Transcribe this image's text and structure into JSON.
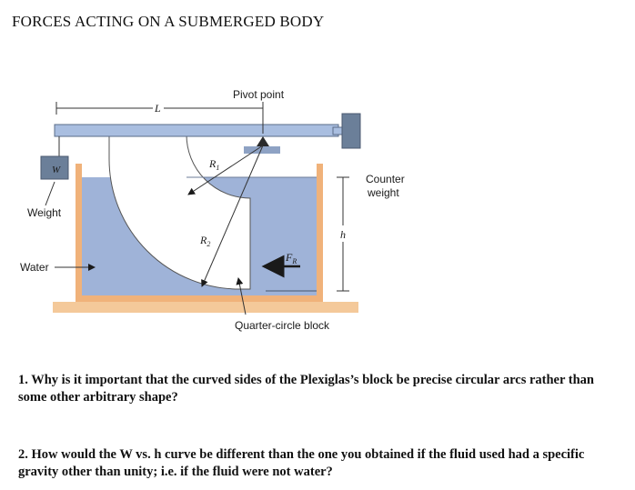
{
  "title": "FORCES ACTING ON A SUBMERGED BODY",
  "diagram": {
    "pivot_label": "Pivot point",
    "length_label": "L",
    "weight_box_label": "W",
    "weight_label": "Weight",
    "water_label": "Water",
    "counter_weight_line1": "Counter",
    "counter_weight_line2": "weight",
    "r1_label": "R",
    "r1_sub": "1",
    "r2_label": "R",
    "r2_sub": "2",
    "fr_label": "F",
    "fr_sub": "R",
    "h_label": "h",
    "block_label": "Quarter-circle block",
    "colors": {
      "water": "#9fb3d8",
      "beam": "#a9bee0",
      "tank_wall": "#f0b27a",
      "base": "#f4c99a",
      "counterweight": "#6b7f99",
      "weight_box": "#6b7f99"
    }
  },
  "questions": [
    "1. Why is it important that the curved sides of the Plexiglas’s block be precise circular arcs rather than some other arbitrary shape?",
    "2. How would the W vs. h curve be different than the one you obtained if the fluid used had a specific gravity other than unity; i.e. if the fluid were not water?"
  ]
}
